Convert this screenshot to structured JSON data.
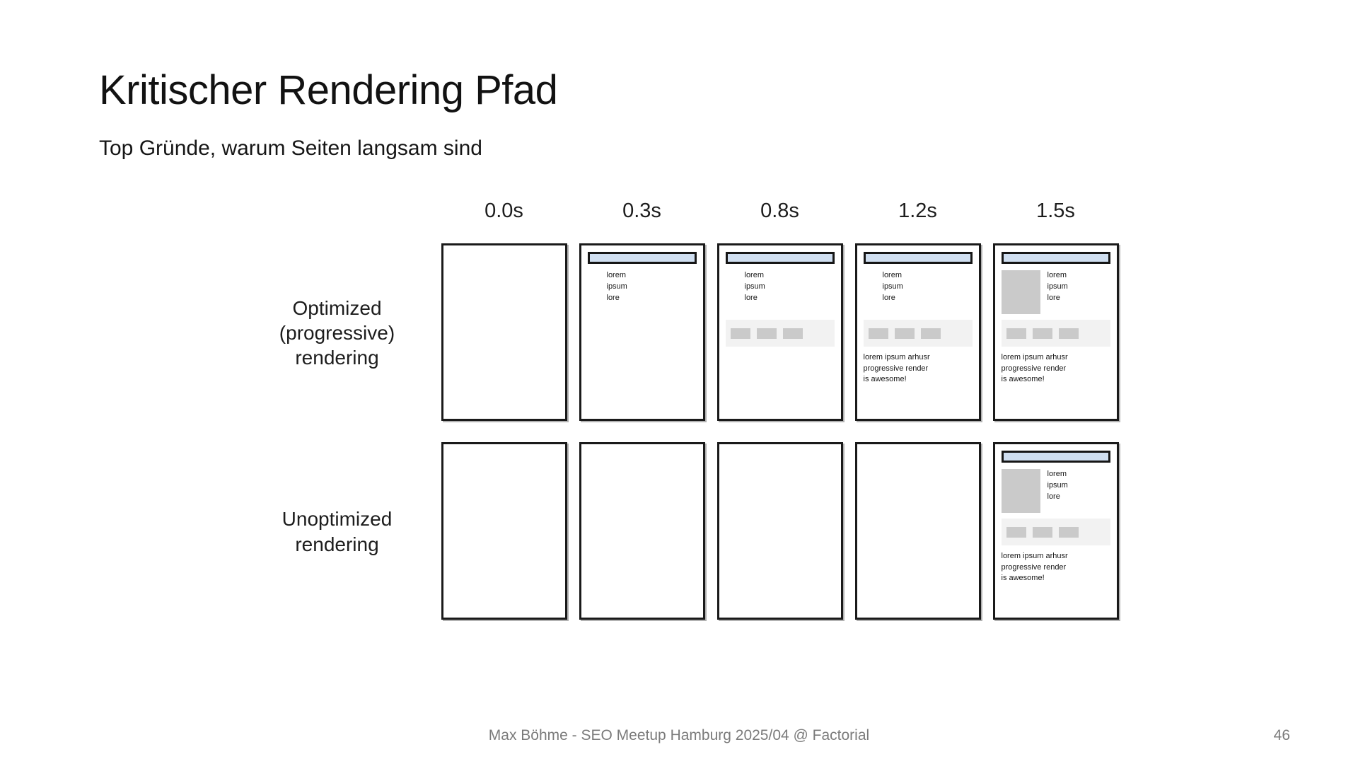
{
  "slide": {
    "title": "Kritischer Rendering Pfad",
    "subtitle": "Top Gründe, warum Seiten langsam sind",
    "page_number": "46",
    "footer": "Max Böhme - SEO Meetup Hamburg 2025/04 @ Factorial"
  },
  "colors": {
    "nav_bar_blue": "#cfdef0",
    "placeholder_gray": "#cacaca",
    "band_gray": "#f2f2f2",
    "border_black": "#1a1a1a",
    "footer_gray": "#7b7b7b"
  },
  "diagram": {
    "timeline": [
      {
        "label": "0.0s"
      },
      {
        "label": "0.3s"
      },
      {
        "label": "0.8s"
      },
      {
        "label": "1.2s"
      },
      {
        "label": "1.5s"
      }
    ],
    "rows": [
      {
        "label": "Optimized (progressive) rendering",
        "label_lines": [
          "Optimized",
          "(progressive)",
          "rendering"
        ],
        "frames": [
          {
            "time": "0.0s",
            "nav_bar": false,
            "hero_image": false,
            "hero_text": false,
            "chip_band": false,
            "paragraph": false
          },
          {
            "time": "0.3s",
            "nav_bar": true,
            "hero_image": false,
            "hero_text": true,
            "chip_band": false,
            "paragraph": false
          },
          {
            "time": "0.8s",
            "nav_bar": true,
            "hero_image": false,
            "hero_text": true,
            "chip_band": true,
            "paragraph": false
          },
          {
            "time": "1.2s",
            "nav_bar": true,
            "hero_image": false,
            "hero_text": true,
            "chip_band": true,
            "paragraph": true
          },
          {
            "time": "1.5s",
            "nav_bar": true,
            "hero_image": true,
            "hero_text": true,
            "chip_band": true,
            "paragraph": true
          }
        ]
      },
      {
        "label": "Unoptimized rendering",
        "label_lines": [
          "Unoptimized",
          "rendering"
        ],
        "frames": [
          {
            "time": "0.0s",
            "nav_bar": false,
            "hero_image": false,
            "hero_text": false,
            "chip_band": false,
            "paragraph": false
          },
          {
            "time": "0.3s",
            "nav_bar": false,
            "hero_image": false,
            "hero_text": false,
            "chip_band": false,
            "paragraph": false
          },
          {
            "time": "0.8s",
            "nav_bar": false,
            "hero_image": false,
            "hero_text": false,
            "chip_band": false,
            "paragraph": false
          },
          {
            "time": "1.2s",
            "nav_bar": false,
            "hero_image": false,
            "hero_text": false,
            "chip_band": false,
            "paragraph": false
          },
          {
            "time": "1.5s",
            "nav_bar": true,
            "hero_image": true,
            "hero_text": true,
            "chip_band": true,
            "paragraph": true
          }
        ]
      }
    ],
    "wireframe_text": {
      "hero_lines": [
        "lorem",
        "ipsum",
        "lore"
      ],
      "paragraph_lines": [
        "lorem ipsum arhusr",
        "progressive render",
        "is awesome!"
      ],
      "chip_count": 3
    }
  }
}
